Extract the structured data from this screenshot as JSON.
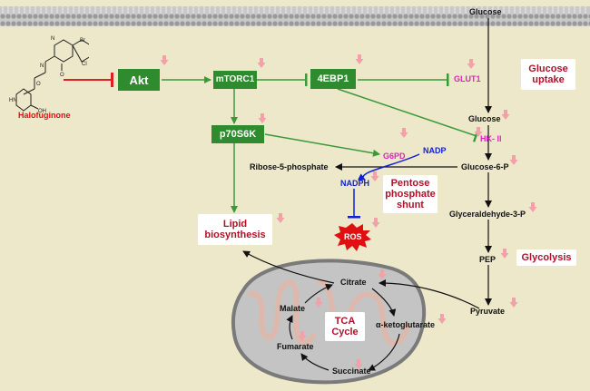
{
  "drug": {
    "name": "Halofuginone"
  },
  "signaling": {
    "akt": "Akt",
    "mtorc1": "mTORC1",
    "ebp1": "4EBP1",
    "p70s6k": "p70S6K"
  },
  "targets": {
    "glut1": "GLUT1",
    "hk2": "HK- II",
    "g6pd": "G6PD"
  },
  "glycolysis_path": {
    "glucose_top": "Glucose",
    "glucose_mid": "Glucose",
    "g6p": "Glucose-6-P",
    "g3p": "Glyceraldehyde-3-P",
    "pep": "PEP",
    "pyruvate": "Pyruvate"
  },
  "ppp": {
    "ribose": "Ribose-5-phosphate",
    "nadp": "NADP",
    "nadph": "NADPH",
    "ros": "ROS"
  },
  "tca_path": {
    "citrate": "Citrate",
    "malate": "Malate",
    "fumarate": "Fumarate",
    "succinate": "Succinate",
    "akg": "α-ketoglutarate"
  },
  "cards": {
    "glucose_uptake": [
      "Glucose",
      "uptake"
    ],
    "glycolysis": "Glycolysis",
    "pentose": [
      "Pentose",
      "phosphate",
      "shunt"
    ],
    "lipid": [
      "Lipid",
      "biosynthesis"
    ],
    "tca": [
      "TCA",
      "Cycle"
    ]
  },
  "colors": {
    "background": "#ede8c9",
    "box_green": "#2e8b2e",
    "inhibit_red": "#e02020",
    "arrow_green": "#3a9a3a",
    "down_arrow": "#f4a0a8",
    "title_red": "#c8102a",
    "target_magenta": "#e020c0",
    "ppp_blue": "#1020d8"
  }
}
